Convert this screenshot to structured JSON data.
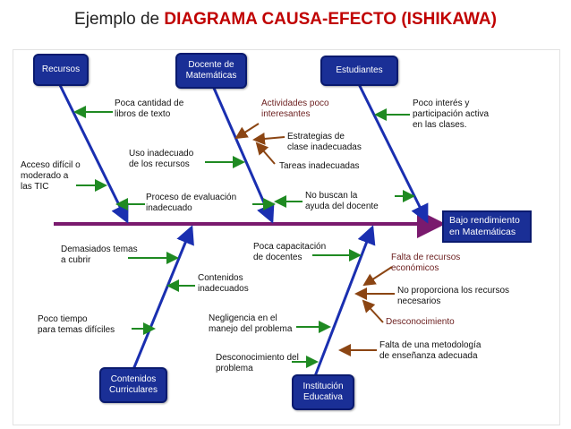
{
  "title": {
    "prefix": "Ejemplo de",
    "highlight": "DIAGRAMA CAUSA-EFECTO (ISHIKAWA)"
  },
  "effect": "Bajo rendimiento\nen Matemáticas",
  "categories": {
    "recursos": "Recursos",
    "docente": "Docente de\nMatemáticas",
    "estudiantes": "Estudiantes",
    "contenidos": "Contenidos\nCurriculares",
    "institucion": "Institución\nEducativa"
  },
  "causes": {
    "recursos": [
      "Poca cantidad de\nlibros de texto",
      "Uso inadecuado\nde los recursos",
      "Acceso difícil o\nmoderado a\nlas TIC",
      "Proceso de evaluación\ninadecuado"
    ],
    "docente": [
      "Actividades poco\ninteresantes",
      "Estrategias de\nclase inadecuadas",
      "Tareas inadecuadas"
    ],
    "estudiantes": [
      "Poco interés y\nparticipación activa\nen las clases.",
      "No buscan la\nayuda del docente"
    ],
    "contenidos": [
      "Demasiados temas\na cubrir",
      "Contenidos\ninadecuados",
      "Poco tiempo\npara temas difíciles"
    ],
    "institucion": [
      "Poca capacitación\nde docentes",
      "Negligencia en el\nmanejo del problema",
      "Desconocimiento del\nproblema"
    ],
    "institucion_sub": [
      "Falta de recursos\neconómicos",
      "No proporciona los recursos\nnecesarios",
      "Desconocimiento",
      "Falta de una metodología\nde enseñanza adecuada"
    ]
  },
  "colors": {
    "spine": "#7a1a6e",
    "bone": "#1a2fb0",
    "cause_arrow": "#1f8a22",
    "sub_arrow": "#8b4513",
    "box_fill": "#1a2f96",
    "title_highlight": "#c00000"
  }
}
